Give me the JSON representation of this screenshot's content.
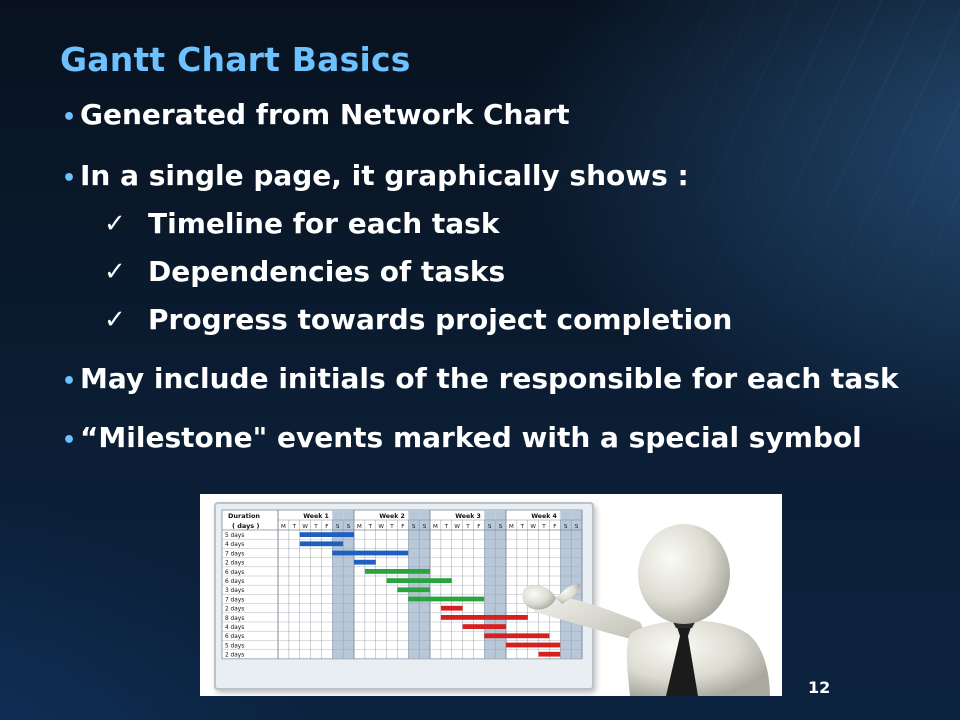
{
  "slide": {
    "title": "Gantt Chart Basics",
    "bullets": [
      "Generated from Network Chart",
      "In a single page, it graphically shows :",
      "May include initials of the responsible for each task",
      "“Milestone\" events marked with a special symbol"
    ],
    "subitems": [
      "Timeline for each task",
      "Dependencies of tasks",
      "Progress towards project completion"
    ],
    "page_number": "12",
    "colors": {
      "title": "#6ec1ff",
      "text": "#ffffff",
      "blue_bar": "#1f5fc0",
      "green_bar": "#2aa43c",
      "red_bar": "#d61f1f"
    }
  },
  "figure": {
    "header_duration": "Duration",
    "header_days": "( days )",
    "weeks": [
      "Week 1",
      "Week 2",
      "Week 3",
      "Week 4"
    ],
    "day_letters": [
      "M",
      "T",
      "W",
      "T",
      "F",
      "S",
      "S"
    ],
    "rows": [
      {
        "label": "5 days",
        "color": "blue",
        "start": 2,
        "len": 5
      },
      {
        "label": "4 days",
        "color": "blue",
        "start": 2,
        "len": 4
      },
      {
        "label": "7 days",
        "color": "blue",
        "start": 5,
        "len": 7
      },
      {
        "label": "2 days",
        "color": "blue",
        "start": 7,
        "len": 2
      },
      {
        "label": "6 days",
        "color": "green",
        "start": 8,
        "len": 6
      },
      {
        "label": "6 days",
        "color": "green",
        "start": 10,
        "len": 6
      },
      {
        "label": "3 days",
        "color": "green",
        "start": 11,
        "len": 3
      },
      {
        "label": "7 days",
        "color": "green",
        "start": 12,
        "len": 7
      },
      {
        "label": "2 days",
        "color": "red",
        "start": 15,
        "len": 2
      },
      {
        "label": "8 days",
        "color": "red",
        "start": 15,
        "len": 8
      },
      {
        "label": "4 days",
        "color": "red",
        "start": 17,
        "len": 4
      },
      {
        "label": "6 days",
        "color": "red",
        "start": 19,
        "len": 6
      },
      {
        "label": "5 days",
        "color": "red",
        "start": 21,
        "len": 5
      },
      {
        "label": "2 days",
        "color": "red",
        "start": 24,
        "len": 2
      }
    ]
  }
}
